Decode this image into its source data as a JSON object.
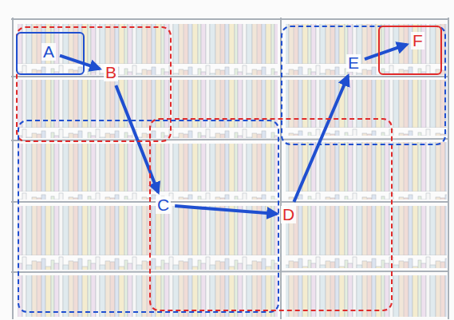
{
  "diagram": {
    "nodes": [
      {
        "text": [
          "B"
        ]
      },
      {
        "text": [
          "A"
        ],
        "in": 0
      },
      {
        "text": [
          "C"
        ]
      },
      {
        "text": [
          "D"
        ]
      },
      {
        "text": [
          "E"
        ]
      },
      {
        "text": [
          "F"
        ],
        "in": 4
      }
    ],
    "edges": [
      {
        "from": 1,
        "to": 0,
        "arrow": "to"
      },
      {
        "from": 0,
        "to": 2,
        "arrow": "to"
      },
      {
        "from": 2,
        "to": 3,
        "arrow": "to"
      },
      {
        "from": 3,
        "to": 4,
        "arrow": "to"
      },
      {
        "from": 4,
        "to": 5,
        "arrow": "to"
      }
    ]
  }
}
